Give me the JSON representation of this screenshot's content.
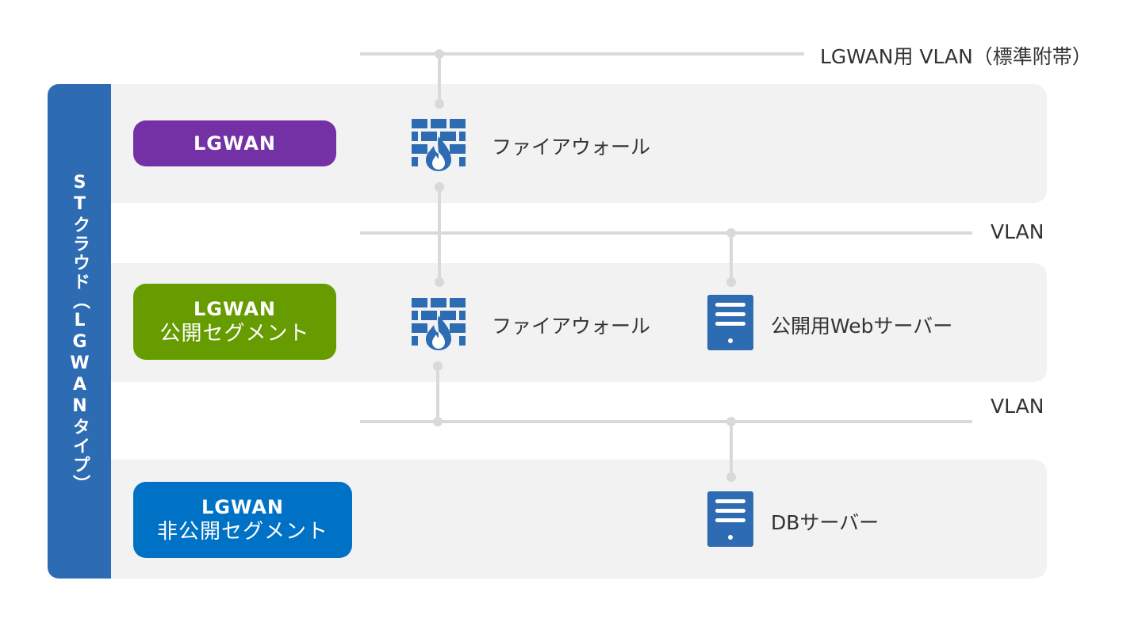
{
  "cloud": {
    "label": "STクラウド（LGWANタイプ）"
  },
  "networks": {
    "top_vlan": "LGWAN用 VLAN（標準附帯）",
    "vlan_1": "VLAN",
    "vlan_2": "VLAN"
  },
  "segments": [
    {
      "name_line1": "LGWAN",
      "name_line2": "",
      "color": "#7431a6"
    },
    {
      "name_line1": "LGWAN",
      "name_line2": "公開セグメント",
      "color": "#669c00"
    },
    {
      "name_line1": "LGWAN",
      "name_line2": "非公開セグメント",
      "color": "#0072c6"
    }
  ],
  "devices": {
    "firewall_1": "ファイアウォール",
    "firewall_2": "ファイアウォール",
    "web_server": "公開用Webサーバー",
    "db_server": "DBサーバー"
  },
  "colors": {
    "line": "#d9d9d9",
    "icon": "#2d6bb3",
    "panel": "#f2f2f2"
  }
}
